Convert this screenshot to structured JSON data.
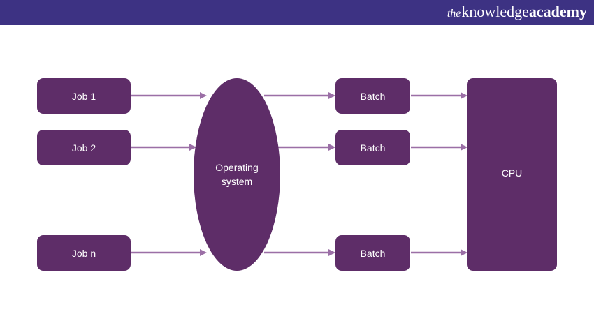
{
  "header": {
    "logo_the": "the",
    "logo_knowledge": "knowledge",
    "logo_academy": "academy"
  },
  "diagram": {
    "jobs": [
      "Job 1",
      "Job 2",
      "Job n"
    ],
    "os_line1": "Operating",
    "os_line2": "system",
    "batches": [
      "Batch",
      "Batch",
      "Batch"
    ],
    "cpu": "CPU"
  },
  "colors": {
    "header_bg": "#3d3283",
    "node_fill": "#5e2d68",
    "arrow": "#9b6fa6"
  }
}
